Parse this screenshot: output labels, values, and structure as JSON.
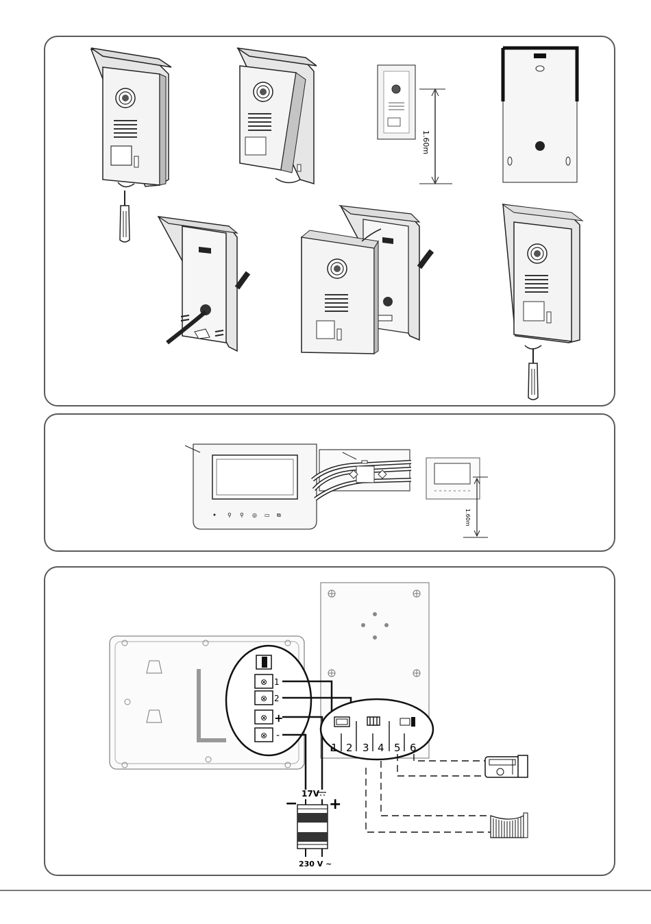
{
  "panels": {
    "mounting": {
      "height_label": "1.60m"
    },
    "monitor": {
      "height_label": "1.60m"
    },
    "wiring": {
      "monitor_terminals": [
        "1",
        "2",
        "+",
        "-"
      ],
      "camera_terminals": [
        "1",
        "2",
        "3",
        "4",
        "5",
        "6"
      ],
      "power_output_label": "17V",
      "power_input_label": "230 V ~",
      "power_minus": "−",
      "power_plus": "+"
    }
  },
  "colors": {
    "line": "#1a1a1a",
    "panel_border": "#5a5a5a",
    "device_fill": "#f2f2f2"
  },
  "icons": [
    "screwdriver-icon",
    "rotate-arrow-icon",
    "door-station-icon",
    "monitor-icon",
    "lock-icon",
    "gate-icon",
    "power-supply-icon",
    "camera-lens-icon"
  ]
}
